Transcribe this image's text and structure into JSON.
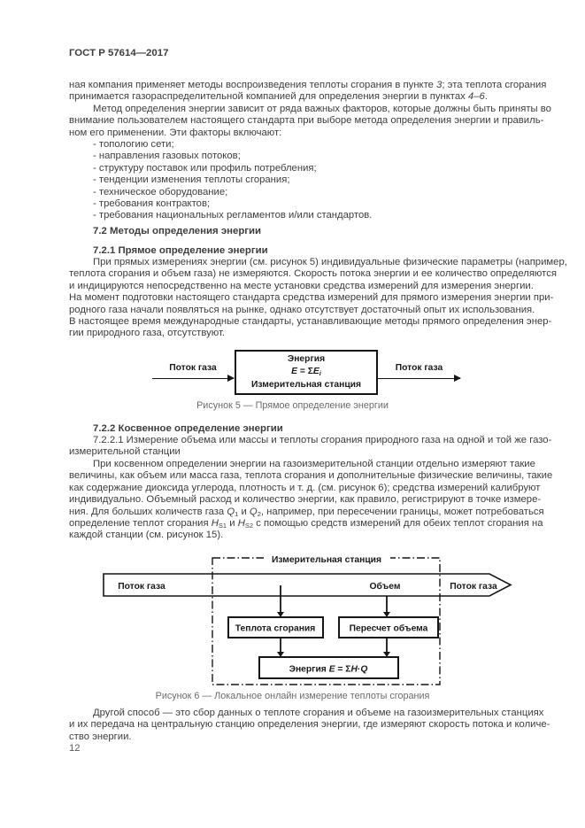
{
  "page": {
    "header": "ГОСТ Р 57614—2017",
    "number": "12"
  },
  "content": {
    "p1": {
      "l1a": "ная компания применяет методы воспроизведения теплоты сгорания в пункте ",
      "l1b": "3",
      "l1c": "; эта теплота сгорания",
      "l2a": "принимается газораспределительной компанией для определения энергии в пунктах ",
      "l2b": "4–6",
      "l2c": "."
    },
    "p2": {
      "lines": [
        "Метод определения энергии зависит от ряда важных факторов, которые должны быть приняты во",
        "внимание пользователем настоящего стандарта при выборе метода определения энергии и правиль-",
        "ном его применении. Эти факторы включают:"
      ]
    },
    "list": {
      "lines": [
        "- топологию сети;",
        "- направления газовых потоков;",
        "- структуру поставок или профиль потребления;",
        "- тенденции изменения теплоты сгорания;",
        "- техническое оборудование;",
        "- требования контрактов;",
        "- требования национальных регламентов и/или стандартов."
      ]
    },
    "h72": "7.2 Методы определения энергии",
    "h721": "7.2.1 Прямое определение энергии",
    "p3": {
      "lines": [
        "При прямых измерениях энергии (см. рисунок 5) индивидуальные физические параметры (например,",
        "теплота сгорания и объем газа) не измеряются. Скорость потока энергии и ее количество определяются",
        "и индицируются непосредственно на месте установки средства измерений для измерения энергии.",
        "На момент подготовки настоящего стандарта средства измерений для прямого измерения энергии при-",
        "родного газа начали появляться на рынке, однако отсутствует достаточный опыт их использования.",
        "В настоящее время международные стандарты, устанавливающие методы прямого определения энер-",
        "гии природного газа, отсутствуют."
      ]
    },
    "h722": "7.2.2 Косвенное определение энергии",
    "p7221": {
      "lines": [
        "7.2.2.1 Измерение объема или массы и теплоты сгорания природного газа на одной и той же газо-",
        "измерительной станции"
      ]
    },
    "p4": {
      "l1": "При косвенном определении энергии на газоизмерительной станции отдельно измеряют такие",
      "l2": "величины, как объем или масса газа, теплота сгорания и дополнительные физические величины, такие",
      "l3": "как содержание диоксида углерода, плотность и т. д. (см. рисунок 6); средства измерений калибруют",
      "l4": "индивидуально. Объемный расход и количество энергии, как правило, регистрируют в точке измере-",
      "l5a": "ния. Для больших количеств газа ",
      "q1": "Q",
      "q1s": "1",
      "l5b": " и ",
      "q2": "Q",
      "q2s": "2",
      "l5c": ", например, при пересечении границы, может потребоваться",
      "l6a": "определение теплот сгорания ",
      "h1": "H",
      "h1s": "S1",
      "l6b": " и ",
      "h2": "H",
      "h2s": "S2",
      "l6c": " с помощью средств измерений для обеих теплот сгорания на",
      "l7": "каждой станции (см. рисунок 15)."
    },
    "p5": {
      "lines": [
        "Другой способ — это сбор данных о теплоте сгорания и объеме на газоизмерительных станциях",
        "и их передача на центральную станцию определения энергии, где измеряют скорость потока и количе-",
        "ство энергии."
      ]
    }
  },
  "fig5": {
    "flow_left": "Поток газа",
    "flow_right": "Поток газа",
    "box_title": "Энергия",
    "formula": {
      "e1": "E",
      "eq": " = Σ",
      "e2": "E",
      "sub": "i"
    },
    "box_subtitle": "Измерительная станция",
    "caption": "Рисунок 5 — Прямое определение энергии"
  },
  "fig6": {
    "station_label": "Измерительная станция",
    "flow_left": "Поток газа",
    "volume_label": "Объем",
    "flow_right": "Поток газа",
    "box_heat": "Теплота сгорания",
    "box_recalc": "Пересчет объема",
    "energy": {
      "label": "Энергия ",
      "e": "E",
      "eq": " = Σ",
      "h": "H",
      "dot": "·",
      "q": "Q"
    },
    "caption": "Рисунок 6 — Локальное онлайн измерение теплоты сгорания"
  },
  "colors": {
    "text": "#3d3d3d",
    "caption": "#6b6b6b",
    "diagram": "#151515"
  }
}
